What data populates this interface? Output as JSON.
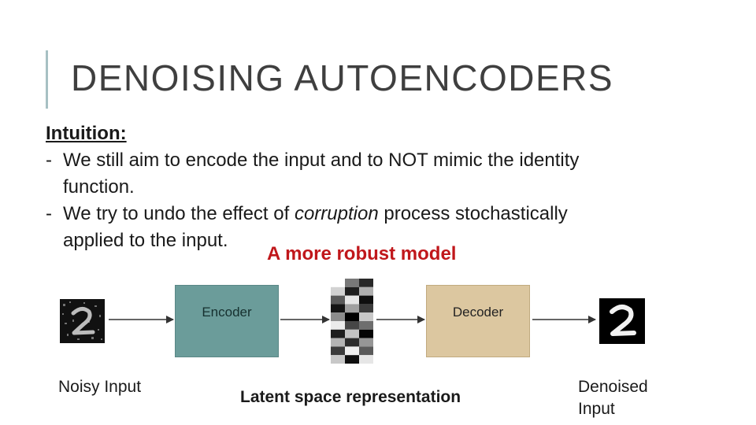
{
  "slide": {
    "title": "DENOISING AUTOENCODERS",
    "intuition_heading": "Intuition:",
    "bullets": [
      {
        "dash": "-",
        "line1": "We still aim to encode the input and to NOT mimic the identity",
        "line2": "function."
      },
      {
        "dash": "-",
        "line1_pre": "We try to undo the effect of ",
        "line1_em": "corruption",
        "line1_post": " process stochastically",
        "line2": "applied to the input."
      }
    ],
    "highlight": "A more robust model",
    "highlight_color": "#c0171b"
  },
  "diagram": {
    "encoder_label": "Encoder",
    "decoder_label": "Decoder",
    "noisy_input_label": "Noisy Input",
    "latent_label": "Latent space representation",
    "denoised_label_line1": "Denoised",
    "denoised_label_line2": "Input",
    "encoder_color": "#6b9c9a",
    "decoder_color": "#dcc7a0",
    "latent_grays": [
      [
        255,
        120,
        40
      ],
      [
        210,
        30,
        175
      ],
      [
        90,
        230,
        15
      ],
      [
        20,
        160,
        60
      ],
      [
        140,
        0,
        200
      ],
      [
        235,
        70,
        110
      ],
      [
        30,
        195,
        5
      ],
      [
        180,
        45,
        150
      ],
      [
        60,
        240,
        90
      ],
      [
        200,
        15,
        230
      ]
    ]
  }
}
